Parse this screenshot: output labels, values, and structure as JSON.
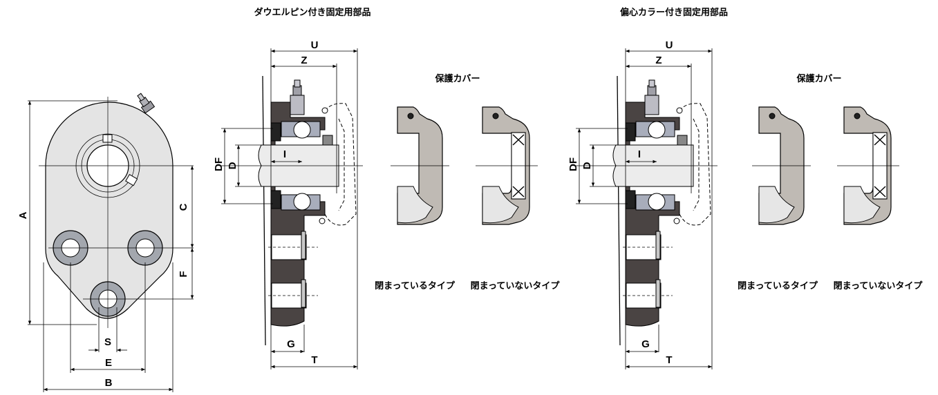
{
  "titles": {
    "left": "ダウエルピン付き固定用部品",
    "right": "偏心カラー付き固定用部品"
  },
  "captions": {
    "cover_left": "保護カバー",
    "cover_right": "保護カバー",
    "closed_left": "閉まっているタイプ",
    "open_left": "閉まっていないタイプ",
    "closed_right": "閉まっているタイプ",
    "open_right": "閉まっていないタイプ"
  },
  "front_view_dims": {
    "A": "A",
    "B": "B",
    "C": "C",
    "E": "E",
    "F": "F",
    "S": "S"
  },
  "section_left_dims": {
    "U": "U",
    "Z": "Z",
    "DF": "DF",
    "D": "D",
    "I": "I",
    "G": "G",
    "T": "T"
  },
  "section_right_dims": {
    "U": "U",
    "Z": "Z",
    "DF": "DF",
    "D": "D",
    "I": "I",
    "G": "G",
    "T": "T"
  },
  "colors": {
    "housing": "#e4e4e4",
    "dark_housing": "#4a4443",
    "cover": "#bfbab4",
    "bearing_blue": "#a8adbb",
    "bolt_ring": "#a3a7ae"
  }
}
